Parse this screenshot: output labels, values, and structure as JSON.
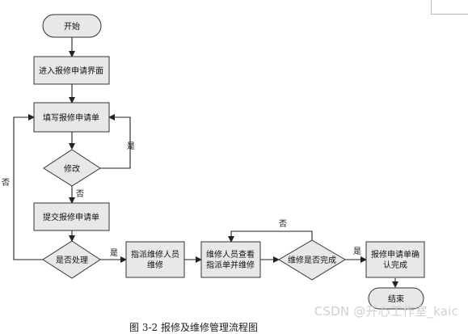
{
  "nodes": {
    "start": "开始",
    "enter_page": "进入报修申请界面",
    "fill_form": "填写报修申请单",
    "modify": "修改",
    "submit": "提交报修申请单",
    "processed": "是否处理",
    "assign_line1": "指派维修人员",
    "assign_line2": "维修",
    "view_line1": "维修人员查看",
    "view_line2": "指派单并维修",
    "complete_check": "维修是否完成",
    "confirm_line1": "报修申请单确",
    "confirm_line2": "认完成",
    "end": "结束"
  },
  "edges": {
    "modify_yes": "是",
    "modify_no": "否",
    "processed_yes": "是",
    "processed_no": "否",
    "complete_yes": "是",
    "complete_no": "否"
  },
  "caption": "图 3-2   报修及维修管理流程图",
  "watermark": "CSDN @开心工作室_kaic"
}
